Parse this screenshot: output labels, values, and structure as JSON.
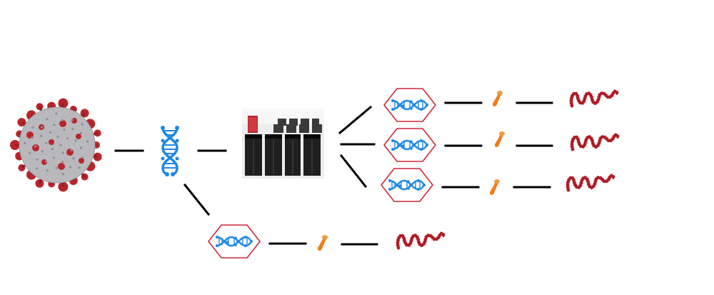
{
  "diagram": {
    "nodes": [
      {
        "id": "virus",
        "kind": "coronavirus-particle"
      },
      {
        "id": "genome",
        "kind": "dna-double-helix"
      },
      {
        "id": "supercomputer",
        "kind": "server-racks-photo"
      },
      {
        "id": "branch-1",
        "kind": "dna-hexagon"
      },
      {
        "id": "branch-2",
        "kind": "dna-hexagon"
      },
      {
        "id": "branch-3",
        "kind": "dna-hexagon"
      },
      {
        "id": "branch-4",
        "kind": "dna-hexagon"
      },
      {
        "id": "peptide-1",
        "kind": "orange-peptide"
      },
      {
        "id": "peptide-2",
        "kind": "orange-peptide"
      },
      {
        "id": "peptide-3",
        "kind": "orange-peptide"
      },
      {
        "id": "peptide-4",
        "kind": "orange-peptide"
      },
      {
        "id": "protein-1",
        "kind": "red-protein-chain"
      },
      {
        "id": "protein-2",
        "kind": "red-protein-chain"
      },
      {
        "id": "protein-3",
        "kind": "red-protein-chain"
      },
      {
        "id": "protein-4",
        "kind": "red-protein-chain"
      }
    ],
    "edges": [
      [
        "virus",
        "genome"
      ],
      [
        "genome",
        "supercomputer"
      ],
      [
        "genome",
        "branch-4"
      ],
      [
        "supercomputer",
        "branch-1"
      ],
      [
        "supercomputer",
        "branch-2"
      ],
      [
        "supercomputer",
        "branch-3"
      ],
      [
        "branch-1",
        "peptide-1"
      ],
      [
        "peptide-1",
        "protein-1"
      ],
      [
        "branch-2",
        "peptide-2"
      ],
      [
        "peptide-2",
        "protein-2"
      ],
      [
        "branch-3",
        "peptide-3"
      ],
      [
        "peptide-3",
        "protein-3"
      ],
      [
        "branch-4",
        "peptide-4"
      ],
      [
        "peptide-4",
        "protein-4"
      ]
    ],
    "colors": {
      "line": "#000000",
      "hexagon_stroke": "#c8283a",
      "dna": "#1e88e5",
      "peptide": "#ef7d1a",
      "protein": "#c0262f",
      "virus_body": "#b9b9bd",
      "virus_spike": "#b8262b"
    }
  }
}
